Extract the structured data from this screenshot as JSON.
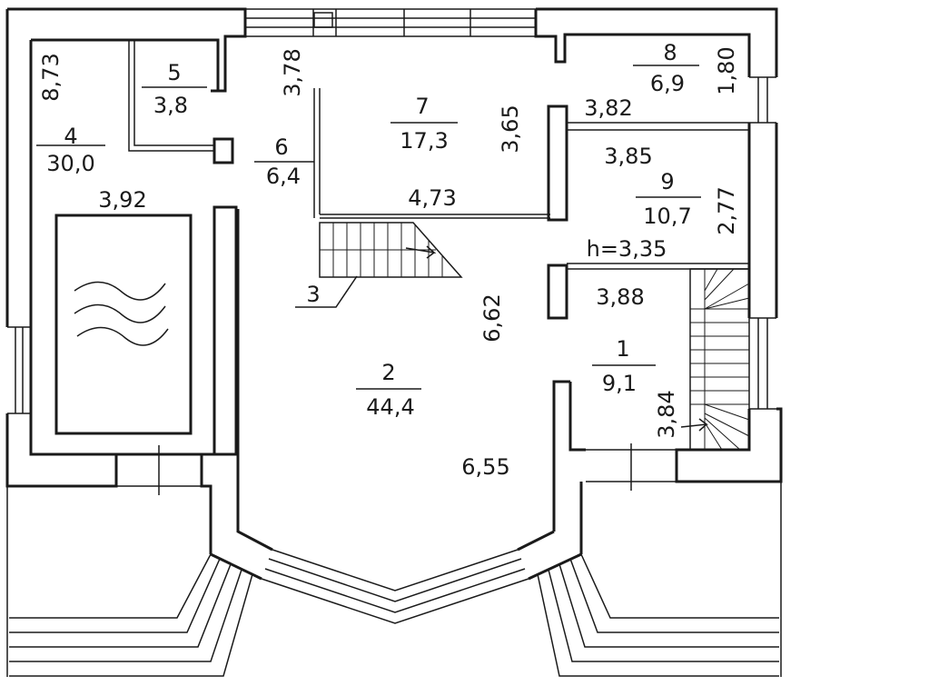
{
  "plan": {
    "rooms": [
      {
        "id": "r1",
        "number": "1",
        "area": "9,1"
      },
      {
        "id": "r2",
        "number": "2",
        "area": "44,4"
      },
      {
        "id": "r3",
        "number": "3",
        "area": ""
      },
      {
        "id": "r4",
        "number": "4",
        "area": "30,0"
      },
      {
        "id": "r5",
        "number": "5",
        "area": "3,8"
      },
      {
        "id": "r6",
        "number": "6",
        "area": "6,4"
      },
      {
        "id": "r7",
        "number": "7",
        "area": "17,3"
      },
      {
        "id": "r8",
        "number": "8",
        "area": "6,9"
      },
      {
        "id": "r9",
        "number": "9",
        "area": "10,7"
      }
    ],
    "dimensions": {
      "d_873": "8,73",
      "d_392": "3,92",
      "d_378": "3,78",
      "d_365": "3,65",
      "d_473": "4,73",
      "d_382": "3,82",
      "d_180": "1,80",
      "d_385": "3,85",
      "d_277": "2,77",
      "d_388": "3,88",
      "d_662": "6,62",
      "d_384": "3,84",
      "d_655": "6,55"
    },
    "height_label": "h=3,35"
  }
}
